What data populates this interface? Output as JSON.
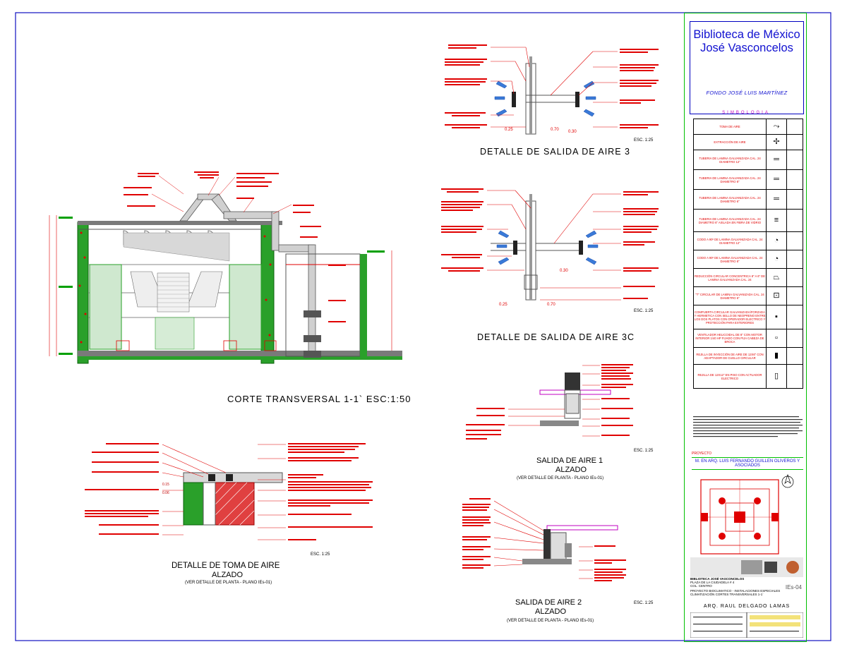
{
  "brand": {
    "line1": "Biblioteca de México",
    "line2": "José Vasconcelos",
    "fondo": "FONDO JOSÉ LUIS MARTÍNEZ"
  },
  "simbologia": "SIMBOLOGIA",
  "legend": [
    {
      "label": "TOMA DE AIRE",
      "icon": "air-intake-symbol"
    },
    {
      "label": "EXTRACCIÓN DE AIRE",
      "icon": "air-extraction-symbol"
    },
    {
      "label": "TUBERIA DE LAMINA GALVANIZADA CAL. 24 DIAMETRO 12\"",
      "icon": "double-line-symbol"
    },
    {
      "label": "TUBERIA DE LAMINA GALVANIZADA CAL. 24 DIAMETRO 8\"",
      "icon": "double-line-symbol"
    },
    {
      "label": "TUBERIA DE LAMINA GALVANIZADA CAL. 24 DIAMETRO 6\"",
      "icon": "double-line-symbol"
    },
    {
      "label": "TUBERIA DE LAMINA GALVANIZADA CAL. 24 DIAMETRO 6\" AISLADA EN FIBRA DE VIDRIO",
      "icon": "insulated-pipe-symbol"
    },
    {
      "label": "CODO A 90º DE LAMINA GALVANIZADA CAL. 24 DIAMETRO 12\"",
      "icon": "elbow-symbol"
    },
    {
      "label": "CODO A 90º DE LAMINA GALVANIZADA CAL. 24 DIAMETRO 8\"",
      "icon": "elbow-symbol"
    },
    {
      "label": "REDUCCIÓN CIRCULAR CONCENTRICA 8\" A 6\" DE LAMINA GALVANIZADA CAL. 24",
      "icon": "reducer-symbol"
    },
    {
      "label": "\"T\" CIRCULAR DE LAMINA GALVANIZADA CAL. 24 DIAMETRO 6\"",
      "icon": "tee-symbol"
    },
    {
      "label": "COMPUERTA CIRCULAR GALVANIZADA/FORZADA Y HERMETICA CON SELLO DE NEOPRENO ENTRE LOS DOS PLATOS CON OPERADOR ELECTRICO Y PROTECCIÓN PARA EXTERIORES",
      "icon": "damper-symbol"
    },
    {
      "label": "VENTILADOR HELICOIDAL DE 8\" CON MOTOR INTERIOR 1/40 HP FIJADO CON PIJA CABEZA DE BROCA",
      "icon": "fan-symbol"
    },
    {
      "label": "REJILLA DE INYECCIÓN DE AIRE DE 12X6\" CON ADAPTADOR DE CUELLO CIRCULAR",
      "icon": "grille-symbol"
    },
    {
      "label": "REJILLA DE 12X12\" EN PISO CON ACTUADOR ELECTRICO",
      "icon": "floor-grille-symbol"
    }
  ],
  "proyecto_label": "PROYECTO",
  "arquitecto": "M. EN ARQ. LUIS FERNANDO GUILLEN OLIVEROS Y ASOCIADOS",
  "info": [
    "BIBLIOTECA JOSÉ VASCONCELOS",
    "PLAZA DE LA CIUDADELA # 4",
    "COL. CENTRO",
    "PROYECTO BIOCLIMATICO - INSTALACIONES ESPECIALES",
    "CLIMATIZACIÓN CORTES TRANSVERSALES 1-1`",
    "IEs-04"
  ],
  "arq2": "ARQ. RAUL DELGADO LAMAS",
  "drawings": {
    "d3": "DETALLE DE SALIDA DE AIRE 3",
    "d3c": "DETALLE DE SALIDA DE AIRE 3C",
    "corte": "CORTE TRANSVERSAL 1-1` ESC:1:50",
    "sal1_a": "SALIDA DE AIRE 1",
    "sal1_b": "ALZADO",
    "sal1_c": "(VER DETALLE DE PLANTA - PLANO IEs-01)",
    "toma_a": "DETALLE DE TOMA DE AIRE",
    "toma_b": "ALZADO",
    "toma_c": "(VER DETALLE DE PLANTA - PLANO IEs-01)",
    "sal2_a": "SALIDA DE AIRE 2",
    "sal2_b": "ALZADO",
    "sal2_c": "(VER DETALLE DE PLANTA - PLANO IEs-01)",
    "esc": "ESC. 1:25"
  },
  "dims": {
    "a": "0.25",
    "b": "0.70",
    "c": "0.30"
  },
  "colors": {
    "border": "#0000c0",
    "annotation": "#e00000",
    "structure": "#1a9a1a",
    "duct": "#7a7a7a",
    "accent": "#c000c0"
  }
}
